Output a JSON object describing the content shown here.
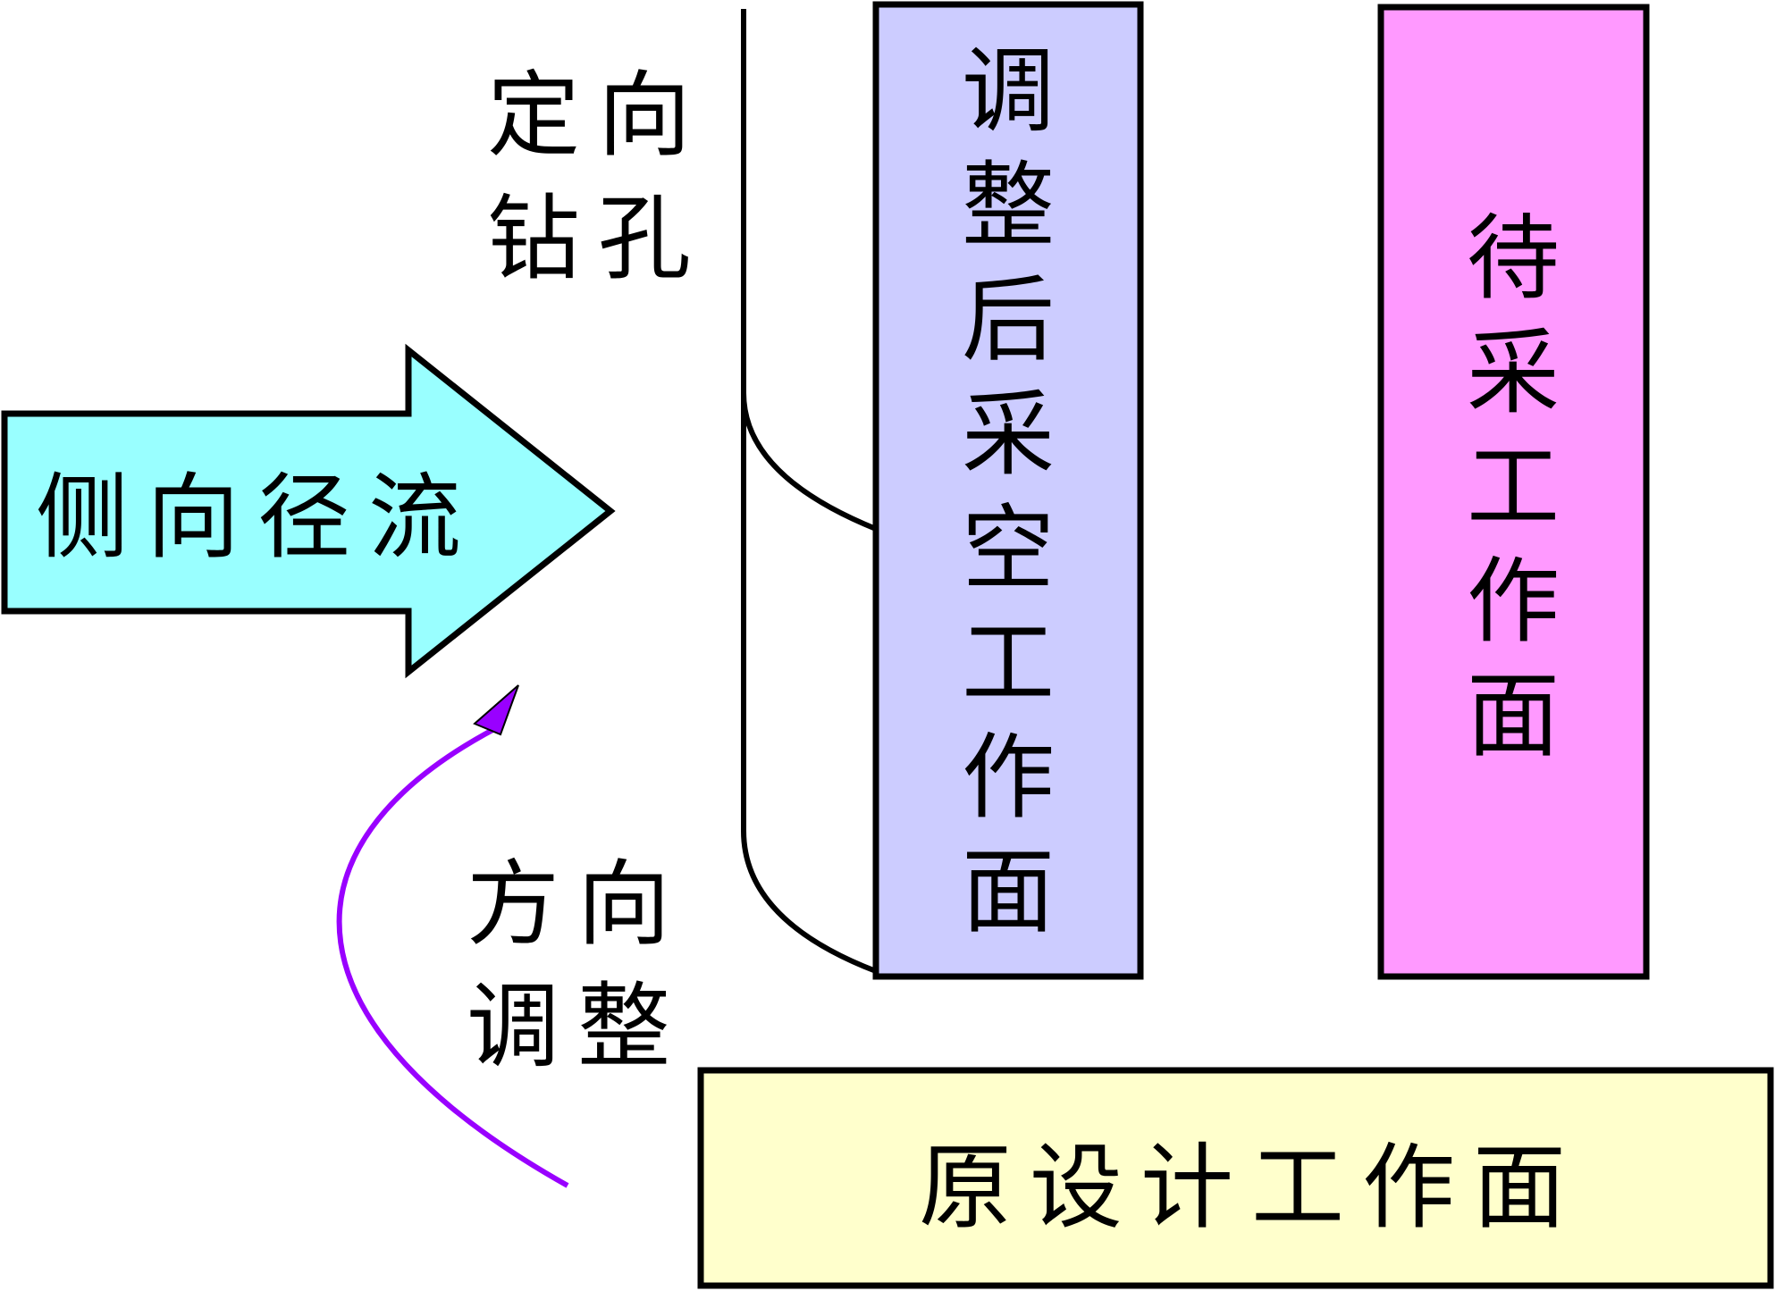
{
  "labels": {
    "lateral_flow": "侧向径流",
    "directional_drilling_line1": "定向",
    "directional_drilling_line2": "钻孔",
    "direction_adjust_line1": "方向",
    "direction_adjust_line2": "调整",
    "adjusted_face": [
      "调",
      "整",
      "后",
      "采",
      "空",
      "工",
      "作",
      "面"
    ],
    "pending_face": [
      "待",
      "采",
      "工",
      "作",
      "面"
    ],
    "original_face": "原设计工作面"
  },
  "colors": {
    "flow_arrow_fill": "#99ffff",
    "adjusted_face_fill": "#ccccff",
    "pending_face_fill": "#ff99ff",
    "original_face_fill": "#ffffcc",
    "curve_arrow": "#9900ff",
    "outline": "#000000"
  }
}
